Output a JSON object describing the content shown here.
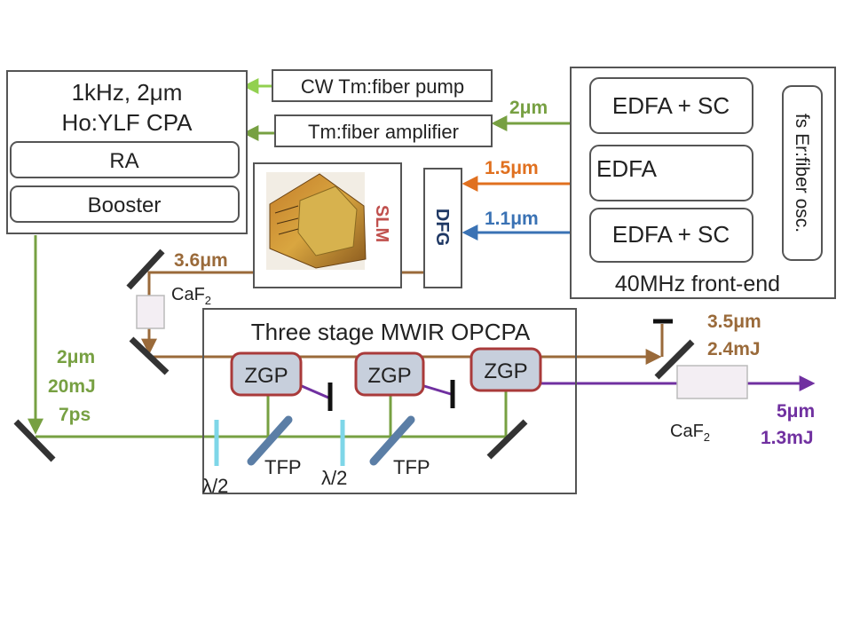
{
  "colors": {
    "green": "#77a042",
    "light_green": "#92d050",
    "orange": "#e0701f",
    "blue": "#3a72b4",
    "brown": "#9a6a3a",
    "purple": "#7030a0",
    "zgp_fill": "#c7cfdc",
    "zgp_border": "#a93a3a",
    "box_border": "#555555",
    "mirror": "#333333",
    "tfp": "#5b7ea6",
    "waveplate": "#7ed6e8"
  },
  "cpa": {
    "title_line1": "1kHz, 2μm",
    "title_line2": "Ho:YLF CPA",
    "ra_label": "RA",
    "booster_label": "Booster"
  },
  "pumps": {
    "cw_label": "CW Tm:fiber pump",
    "amp_label": "Tm:fiber amplifier"
  },
  "frontend": {
    "label": "40MHz front-end",
    "edfa_sc_top": "EDFA + SC",
    "edfa_mid": "EDFA",
    "edfa_sc_bottom": "EDFA + SC",
    "oscillator": "fs Er:fiber osc."
  },
  "modules": {
    "slm": "SLM",
    "dfg": "DFG"
  },
  "beams": {
    "to_amp": "2μm",
    "to_dfg_1": "1.5μm",
    "to_dfg_2": "1.1μm",
    "idler_in": "3.6μm",
    "pump_wavelength": "2μm",
    "pump_energy": "20mJ",
    "pump_duration": "7ps",
    "out_idler_wavelength": "3.5μm",
    "out_idler_energy": "2.4mJ",
    "out_signal_wavelength": "5μm",
    "out_signal_energy": "1.3mJ"
  },
  "opcpa": {
    "title": "Three stage MWIR OPCPA",
    "crystal": "ZGP",
    "waveplate": "λ/2",
    "tfp": "TFP"
  },
  "caf2": {
    "base": "CaF",
    "sub": "2"
  }
}
